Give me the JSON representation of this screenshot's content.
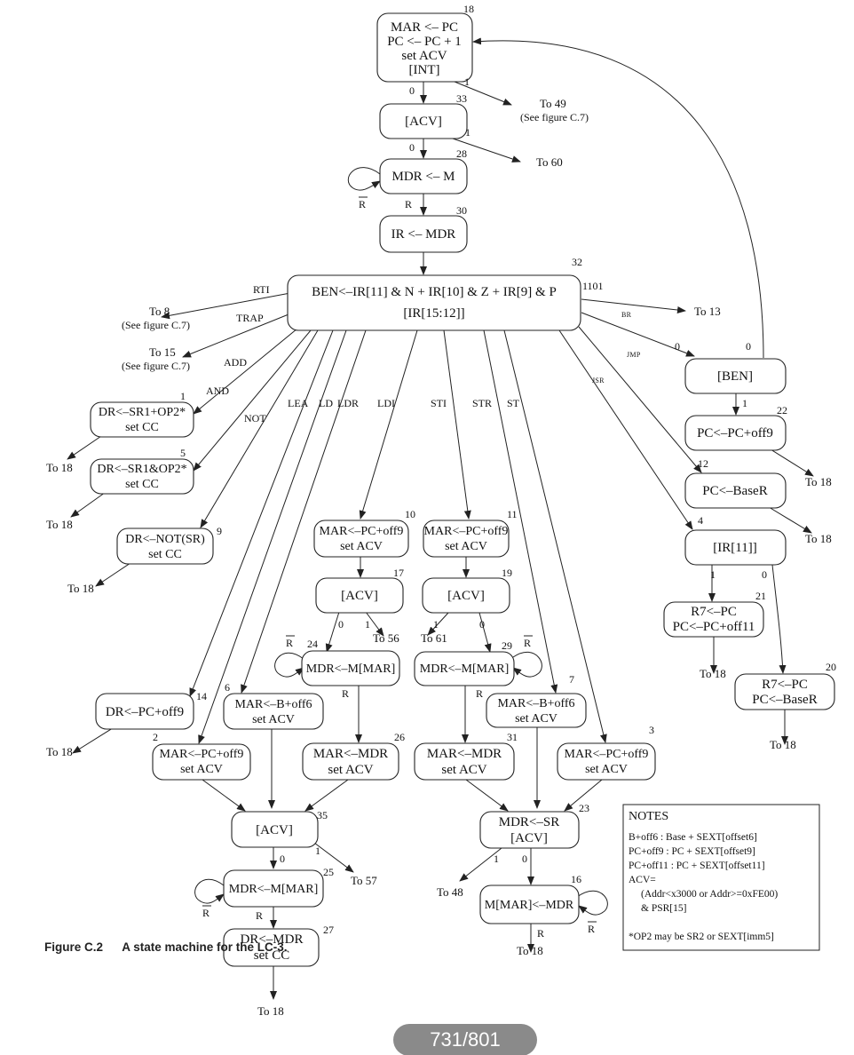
{
  "caption": {
    "figure": "Figure C.2",
    "text": "A state machine for the LC-3."
  },
  "page_indicator": "731/801",
  "states": {
    "s18": {
      "num": "18",
      "lines": [
        "MAR <– PC",
        "PC <– PC + 1",
        "set ACV",
        "[INT]"
      ]
    },
    "s33": {
      "num": "33",
      "lines": [
        "[ACV]"
      ]
    },
    "s28": {
      "num": "28",
      "lines": [
        "MDR <– M"
      ]
    },
    "s30": {
      "num": "30",
      "lines": [
        "IR <– MDR"
      ]
    },
    "s32": {
      "num": "32",
      "lines": [
        "BEN<–IR[11] & N + IR[10] & Z + IR[9] & P",
        "[IR[15:12]]"
      ]
    },
    "s1": {
      "num": "1",
      "lines": [
        "DR<–SR1+OP2*",
        "set CC"
      ]
    },
    "s5": {
      "num": "5",
      "lines": [
        "DR<–SR1&OP2*",
        "set CC"
      ]
    },
    "s9": {
      "num": "9",
      "lines": [
        "DR<–NOT(SR)",
        "set CC"
      ]
    },
    "s14": {
      "num": "14",
      "lines": [
        "DR<–PC+off9"
      ]
    },
    "s2": {
      "num": "2",
      "lines": [
        "MAR<–PC+off9",
        "set ACV"
      ]
    },
    "s6": {
      "num": "6",
      "lines": [
        "MAR<–B+off6",
        "set ACV"
      ]
    },
    "s10": {
      "num": "10",
      "lines": [
        "MAR<–PC+off9",
        "set ACV"
      ]
    },
    "s17": {
      "num": "17",
      "lines": [
        "[ACV]"
      ]
    },
    "s24": {
      "num": "24",
      "lines": [
        "MDR<–M[MAR]"
      ]
    },
    "s26": {
      "num": "26",
      "lines": [
        "MAR<–MDR",
        "set ACV"
      ]
    },
    "s35": {
      "num": "35",
      "lines": [
        "[ACV]"
      ]
    },
    "s25": {
      "num": "25",
      "lines": [
        "MDR<–M[MAR]"
      ]
    },
    "s27": {
      "num": "27",
      "lines": [
        "DR<–MDR",
        "set CC"
      ]
    },
    "s11": {
      "num": "11",
      "lines": [
        "MAR<–PC+off9",
        "set ACV"
      ]
    },
    "s19": {
      "num": "19",
      "lines": [
        "[ACV]"
      ]
    },
    "s29": {
      "num": "29",
      "lines": [
        "MDR<–M[MAR]"
      ]
    },
    "s31": {
      "num": "31",
      "lines": [
        "MAR<–MDR",
        "set ACV"
      ]
    },
    "s7": {
      "num": "7",
      "lines": [
        "MAR<–B+off6",
        "set ACV"
      ]
    },
    "s3": {
      "num": "3",
      "lines": [
        "MAR<–PC+off9",
        "set ACV"
      ]
    },
    "s23": {
      "num": "23",
      "lines": [
        "MDR<–SR",
        "[ACV]"
      ]
    },
    "s16": {
      "num": "16",
      "lines": [
        "M[MAR]<–MDR"
      ]
    },
    "s0": {
      "num": "0",
      "lines": [
        "[BEN]"
      ]
    },
    "s22": {
      "num": "22",
      "lines": [
        "PC<–PC+off9"
      ]
    },
    "s12": {
      "num": "12",
      "lines": [
        "PC<–BaseR"
      ]
    },
    "s4": {
      "num": "4",
      "lines": [
        "[IR[11]]"
      ]
    },
    "s21": {
      "num": "21",
      "lines": [
        "R7<–PC",
        "PC<–PC+off11"
      ]
    },
    "s20": {
      "num": "20",
      "lines": [
        "R7<–PC",
        "PC<–BaseR"
      ]
    }
  },
  "edge_labels": {
    "s18_0": "0",
    "s18_1": "1",
    "s33_0": "0",
    "s33_1": "1",
    "s28_r": "R",
    "s28_rbar": "R",
    "rti": "RTI",
    "trap": "TRAP",
    "add": "ADD",
    "and": "AND",
    "not": "NOT",
    "lea": "LEA",
    "ld": "LD",
    "ldr": "LDR",
    "ldi": "LDI",
    "sti": "STI",
    "str": "STR",
    "st": "ST",
    "jsr": "JSR",
    "jmp": "JMP",
    "br": "BR",
    "op1101": "1101",
    "ben_0_in": "0",
    "ben_0_out": "0",
    "ben_1": "1",
    "ir11_1": "1",
    "ir11_0": "0",
    "s17_0": "0",
    "s17_1": "1",
    "s24_rbar": "R",
    "s24_r": "R",
    "s19_1": "1",
    "s19_0": "0",
    "s29_rbar": "R",
    "s29_r": "R",
    "s35_0": "0",
    "s35_1": "1",
    "s25_rbar": "R",
    "s25_r": "R",
    "s23_1": "1",
    "s23_0": "0",
    "s16_r": "R",
    "s16_rbar": "R"
  },
  "destinations": {
    "to49": "To 49",
    "to49_note": "(See figure C.7)",
    "to60": "To 60",
    "to8": "To 8",
    "to8_note": "(See figure C.7)",
    "to15": "To 15",
    "to15_note": "(See figure C.7)",
    "to13": "To 13",
    "to18_s1": "To 18",
    "to18_s5": "To 18",
    "to18_s9": "To 18",
    "to18_s14": "To 18",
    "to56": "To 56",
    "to61": "To 61",
    "to57": "To 57",
    "to48": "To 48",
    "to18_s27": "To 18",
    "to18_s16": "To 18",
    "to18_s22": "To 18",
    "to18_s12": "To 18",
    "to18_s21": "To 18",
    "to18_s20": "To 18"
  },
  "notes": {
    "title": "NOTES",
    "lines": [
      "B+off6 : Base + SEXT[offset6]",
      "PC+off9 : PC + SEXT[offset9]",
      "PC+off11 : PC + SEXT[offset11]",
      "ACV=",
      "(Addr<x3000 or Addr>=0xFE00)",
      "& PSR[15]",
      "",
      "*OP2 may be SR2 or SEXT[imm5]"
    ]
  }
}
